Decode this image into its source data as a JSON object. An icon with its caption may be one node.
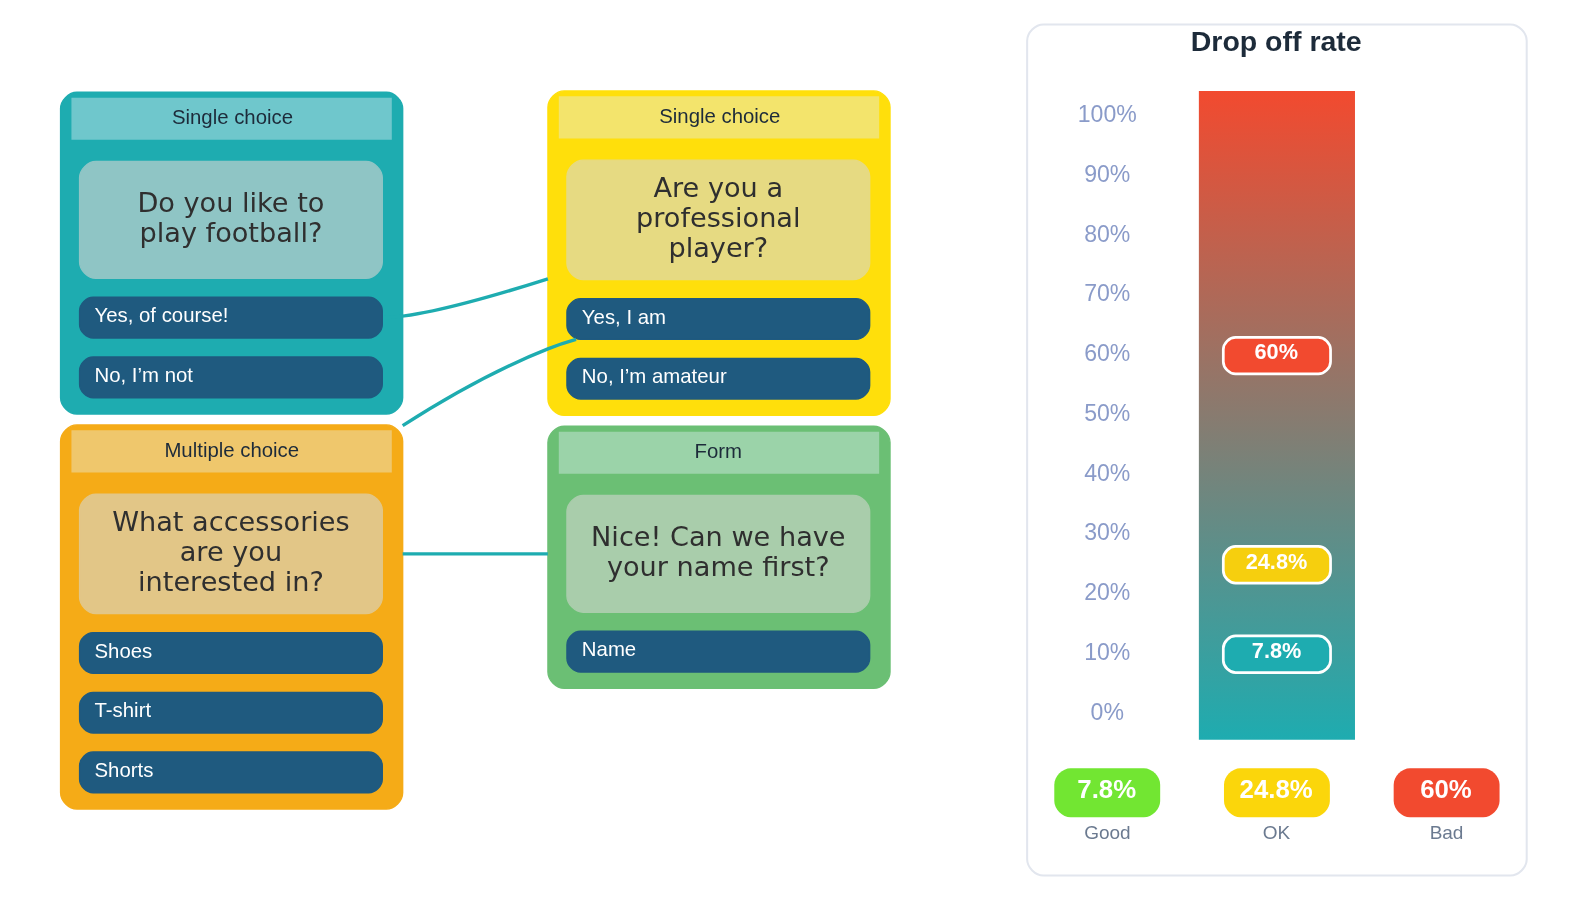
{
  "diagram": {
    "nodes": [
      {
        "text": [
          "Single choice"
        ]
      },
      {
        "text": [
          "Do you like to play football?"
        ],
        "in": 0
      },
      {
        "text": [
          "Yes, of course!"
        ],
        "in": 0
      },
      {
        "text": [
          "No, I’m not"
        ],
        "in": 0
      },
      {
        "text": [
          "Single choice"
        ]
      },
      {
        "text": [
          "Are you a professional player?"
        ],
        "in": 4
      },
      {
        "text": [
          "Yes, I am"
        ],
        "in": 4
      },
      {
        "text": [
          "No, I’m amateur"
        ],
        "in": 4
      },
      {
        "text": [
          "Multiple choice"
        ]
      },
      {
        "text": [
          "What accessories are you interested in?"
        ],
        "in": 8
      },
      {
        "text": [
          "Shoes"
        ],
        "in": 8
      },
      {
        "text": [
          "T-shirt"
        ],
        "in": 8
      },
      {
        "text": [
          "Shorts"
        ],
        "in": 8
      },
      {
        "text": [
          "Form"
        ]
      },
      {
        "text": [
          "Nice! Can we have your name first?"
        ],
        "in": 13
      },
      {
        "text": [
          "Name"
        ],
        "in": 13
      },
      {
        "text": [
          "Drop off rate"
        ]
      },
      {
        "text": [],
        "shape": "bar",
        "in": 16
      },
      {
        "text": [
          "60%"
        ],
        "in": 17
      },
      {
        "text": [
          "24.8%"
        ],
        "in": 17
      },
      {
        "text": [
          "7.8%"
        ],
        "in": 17
      },
      {
        "text": [
          "7.8%"
        ],
        "beside": [
          "Good"
        ],
        "in": 16
      },
      {
        "text": [
          "24.8%"
        ],
        "beside": [
          "OK"
        ],
        "in": 16
      },
      {
        "text": [
          "60%"
        ],
        "beside": [
          "Bad"
        ],
        "in": 16
      }
    ],
    "edges": [
      {
        "from": 2,
        "to": 4,
        "arrow": "none"
      },
      {
        "from": 6,
        "to": 8,
        "arrow": "none"
      },
      {
        "from": 8,
        "to": 13,
        "arrow": "none"
      }
    ],
    "labels": [
      "100%",
      "90%",
      "80%",
      "70%",
      "60%",
      "50%",
      "40%",
      "30%",
      "20%",
      "10%",
      "0%"
    ]
  }
}
